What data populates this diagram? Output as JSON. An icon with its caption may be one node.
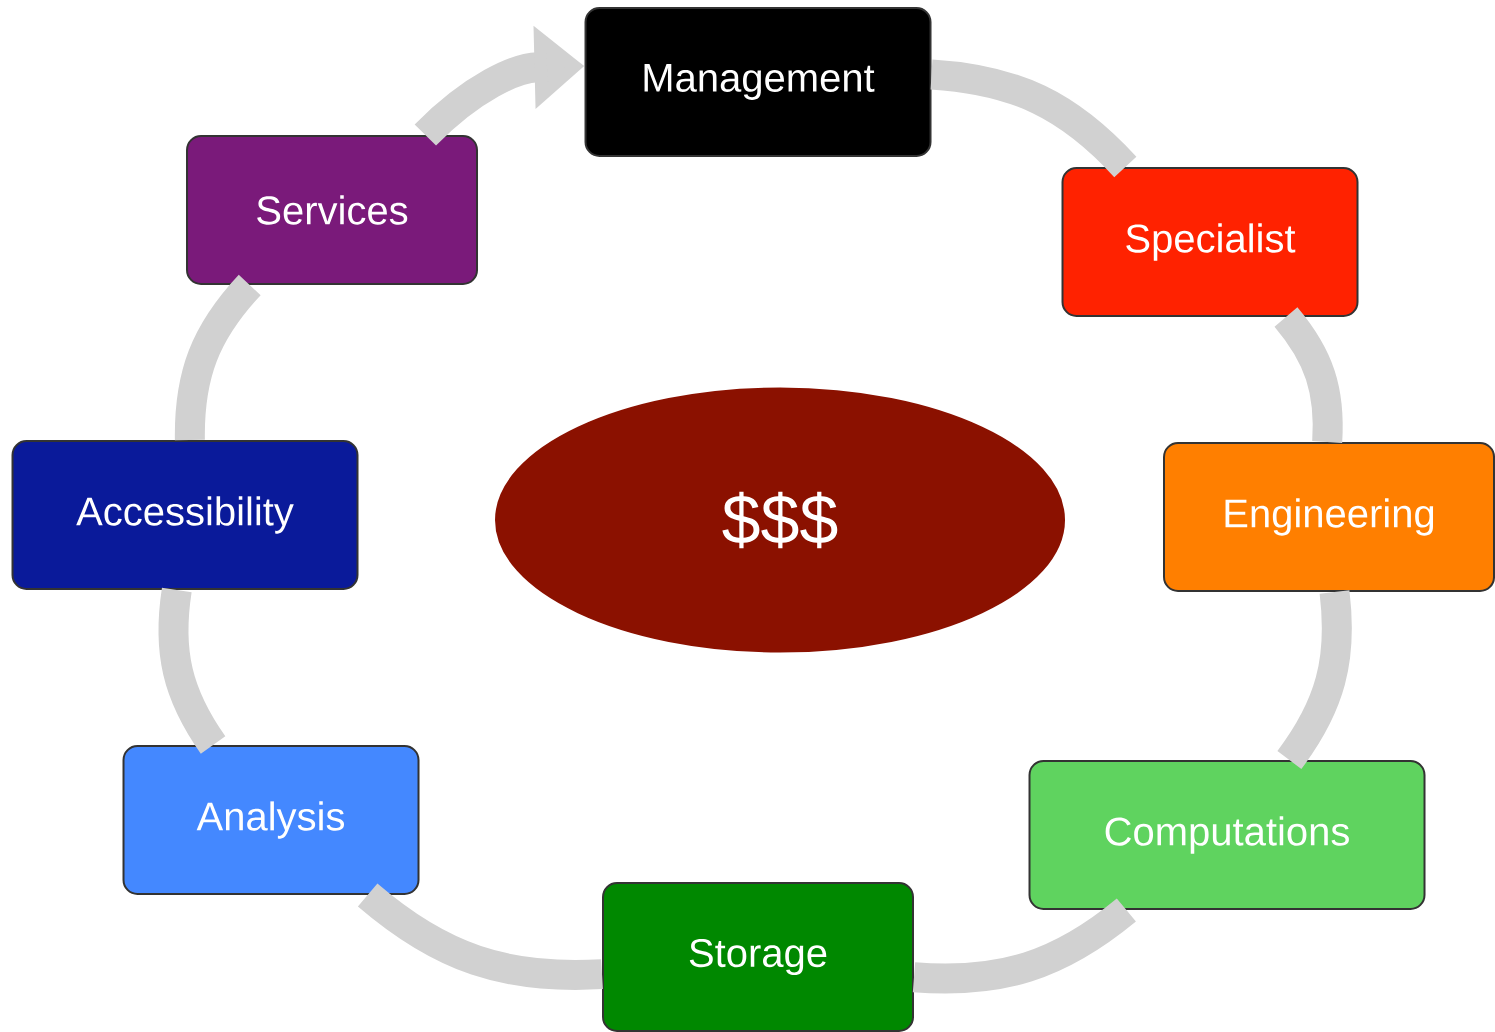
{
  "diagram": {
    "nodes": [
      {
        "text": [
          "Management"
        ]
      },
      {
        "text": [
          "Specialist"
        ]
      },
      {
        "text": [
          "Engineering"
        ]
      },
      {
        "text": [
          "Computations"
        ]
      },
      {
        "text": [
          "Storage"
        ]
      },
      {
        "text": [
          "Analysis"
        ]
      },
      {
        "text": [
          "Accessibility"
        ]
      },
      {
        "text": [
          "Services"
        ]
      },
      {
        "text": [
          "$$$"
        ]
      }
    ],
    "edges": [
      {
        "from": 7,
        "to": 0,
        "arrow": "to"
      },
      {
        "from": 0,
        "to": 1,
        "arrow": "none"
      },
      {
        "from": 1,
        "to": 2,
        "arrow": "none"
      },
      {
        "from": 2,
        "to": 3,
        "arrow": "none"
      },
      {
        "from": 3,
        "to": 4,
        "arrow": "none"
      },
      {
        "from": 4,
        "to": 5,
        "arrow": "none"
      },
      {
        "from": 5,
        "to": 6,
        "arrow": "none"
      },
      {
        "from": 6,
        "to": 7,
        "arrow": "none"
      }
    ]
  }
}
